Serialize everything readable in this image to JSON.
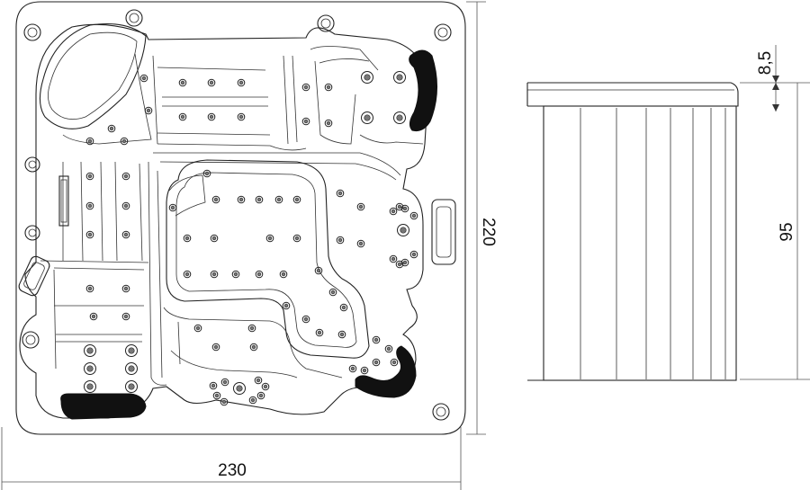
{
  "dimensions": {
    "width": "230",
    "depth": "220",
    "height": "95",
    "lip": "8,5"
  },
  "colors": {
    "line": "#222222",
    "pillow": "#111111",
    "background": "#ffffff"
  }
}
